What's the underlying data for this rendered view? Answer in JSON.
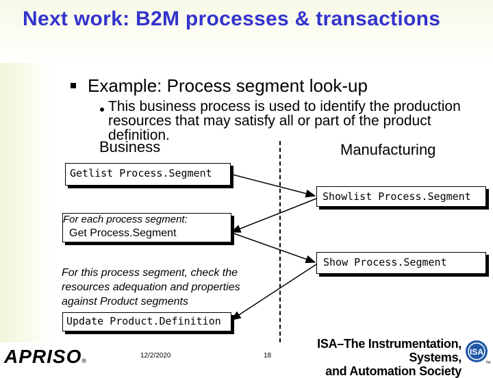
{
  "slide": {
    "title": "Next work: B2M processes & transactions",
    "level1": "Example: Process segment look-up",
    "level2": "This business process is used to identify the production resources that may satisfy all or part of the product definition."
  },
  "diagram": {
    "left_label": "Business",
    "right_label": "Manufacturing",
    "getlist": "Getlist Process.Segment",
    "showlist": "Showlist Process.Segment",
    "foreach_note": "For each process segment:",
    "get_segment": "Get Process.Segment",
    "show_segment": "Show Process.Segment",
    "check_note": "For this process segment, check the resources adequation and properties against Product segments",
    "update": "Update Product.Definition"
  },
  "footer": {
    "date": "12/2/2020",
    "page": "18",
    "apriso_logo": "APRISO",
    "apriso_mark": "®",
    "isa_line1": "ISA–The Instrumentation, Systems,",
    "isa_line2": "and Automation Society",
    "isa_circle": "ISA",
    "isa_tm": "TM"
  },
  "colors": {
    "title": "#3333cc",
    "isa_blue": "#1f57a6"
  }
}
